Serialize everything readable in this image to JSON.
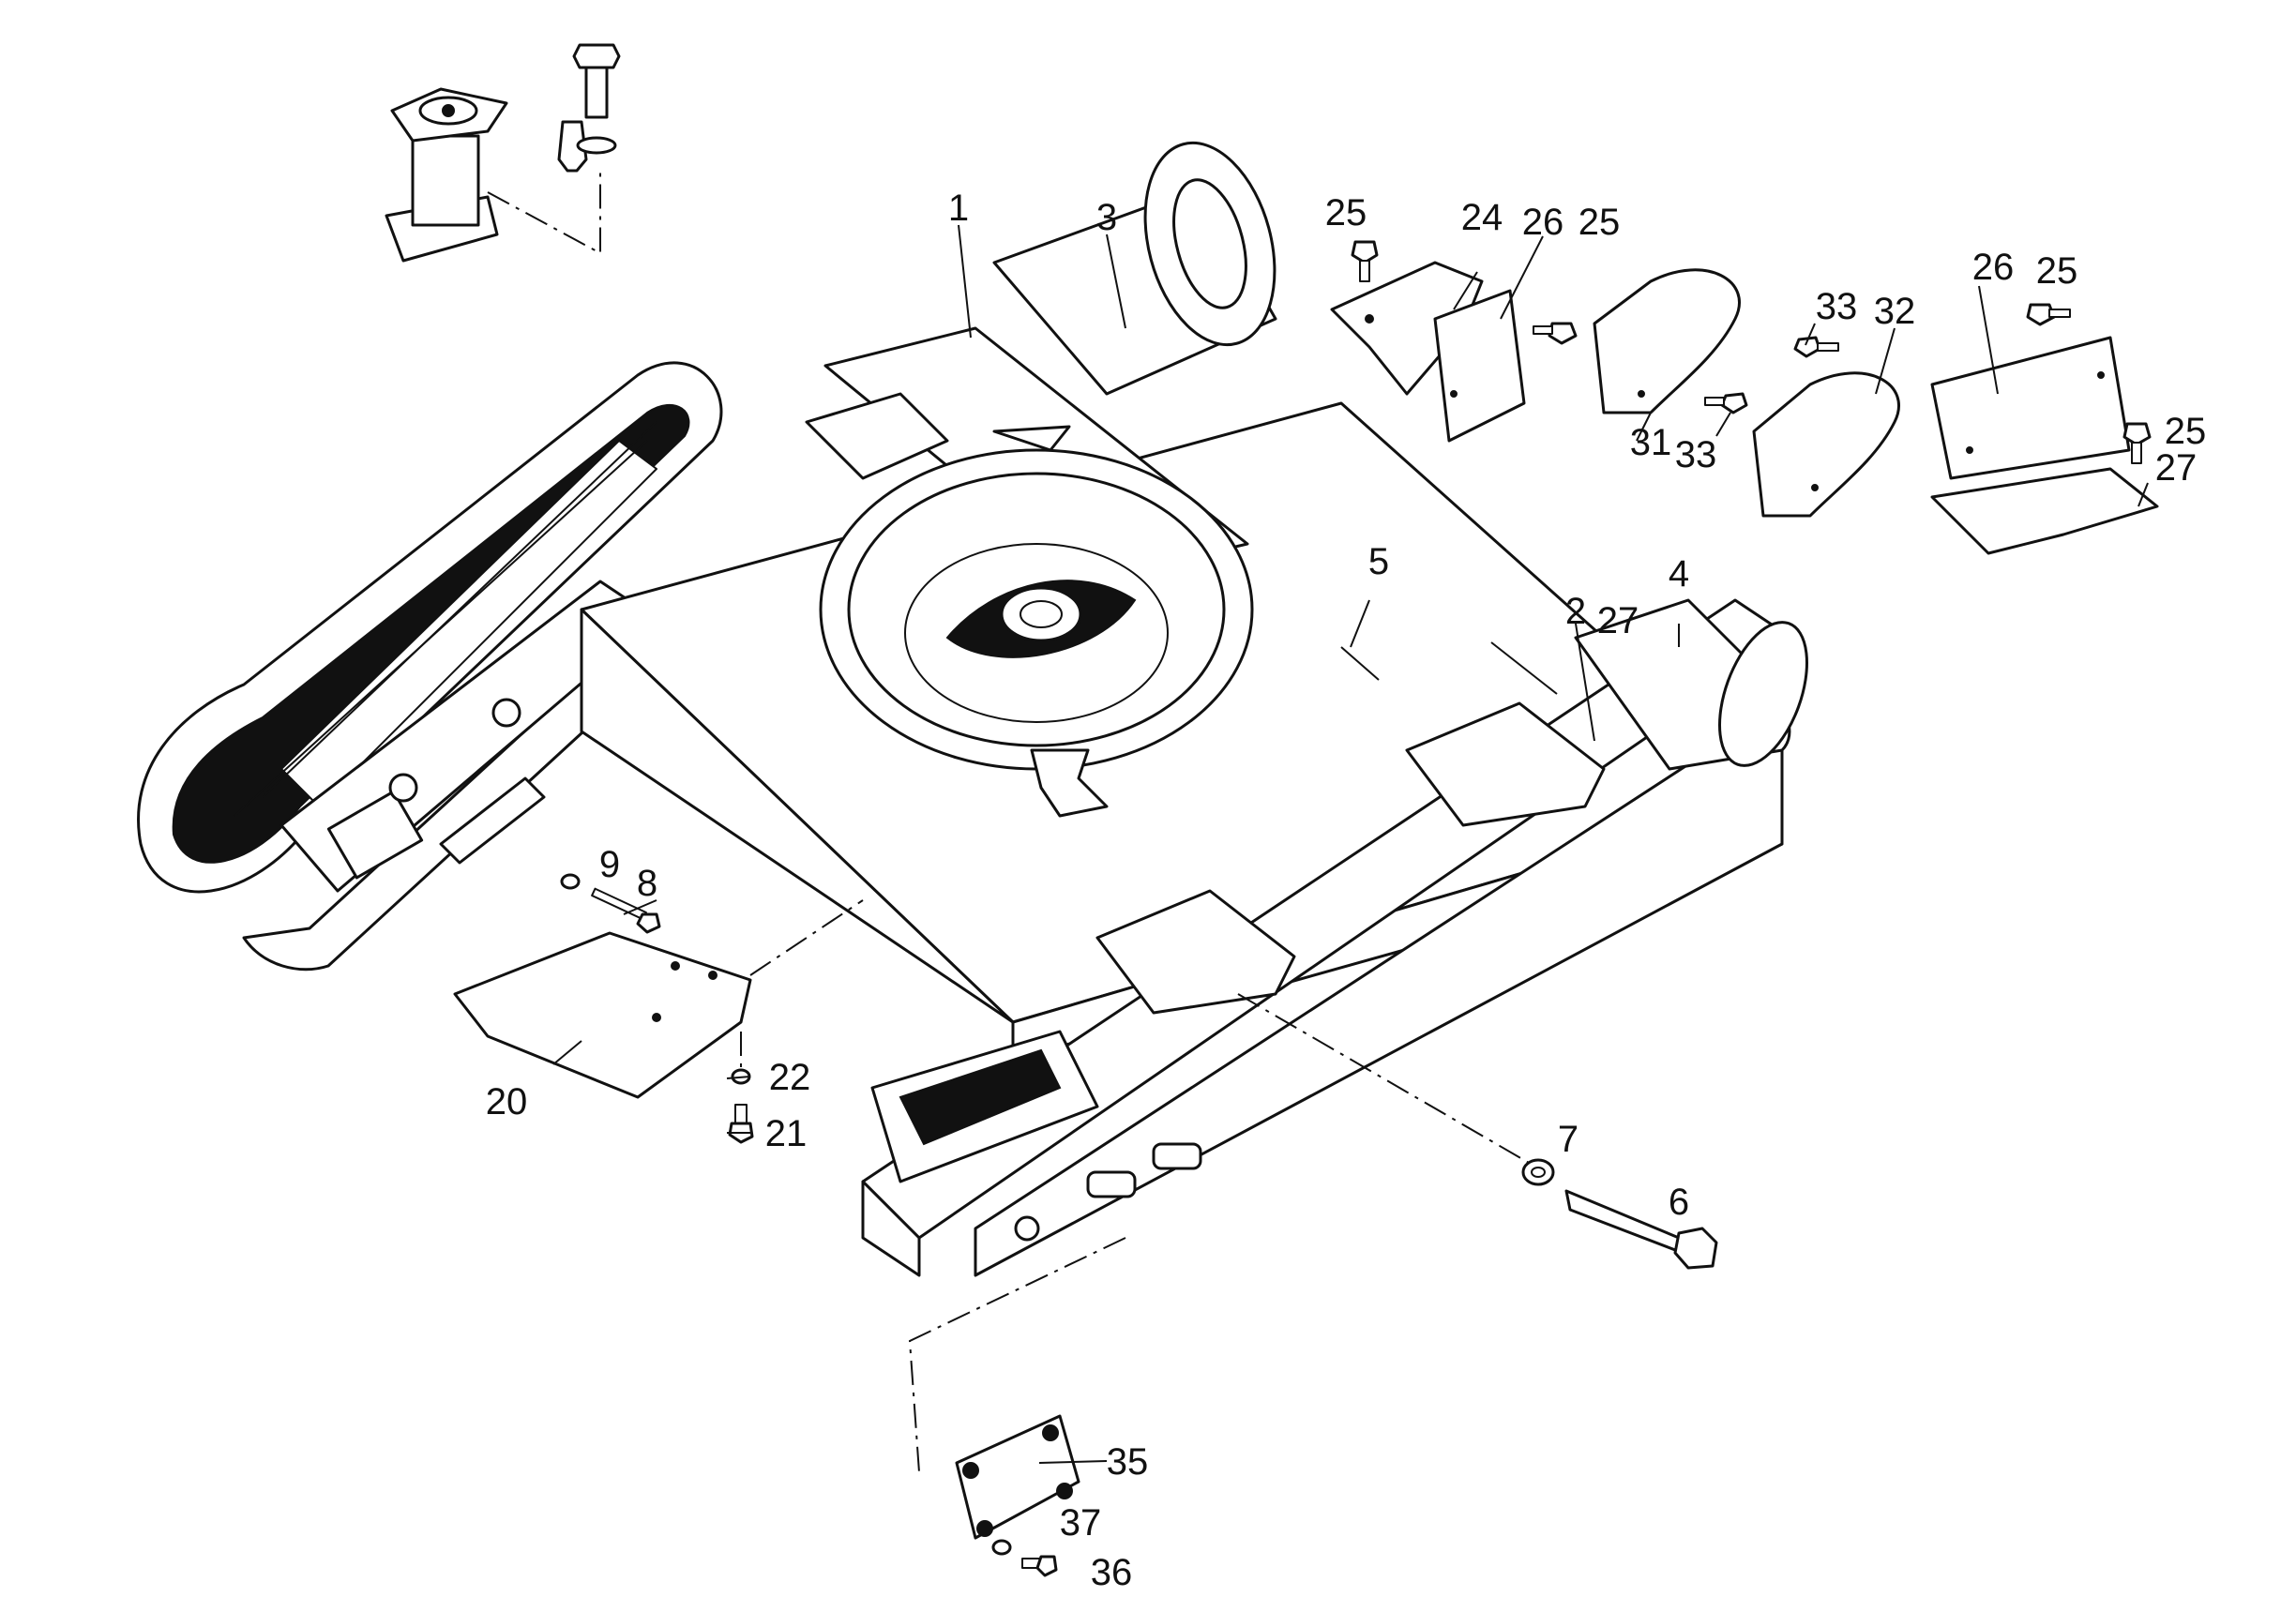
{
  "diagram": {
    "labels": {
      "l1": "1",
      "l2": "2",
      "l3": "3",
      "l4": "4",
      "l5": "5",
      "l6": "6",
      "l7": "7",
      "l8": "8",
      "l9": "9",
      "l20": "20",
      "l21": "21",
      "l22": "22",
      "l24": "24",
      "l25a": "25",
      "l25b": "25",
      "l25c": "25",
      "l25d": "25",
      "l26a": "26",
      "l26b": "26",
      "l27a": "27",
      "l27b": "27",
      "l31": "31",
      "l32": "32",
      "l33a": "33",
      "l33b": "33",
      "l35": "35",
      "l36": "36",
      "l37": "37"
    }
  }
}
